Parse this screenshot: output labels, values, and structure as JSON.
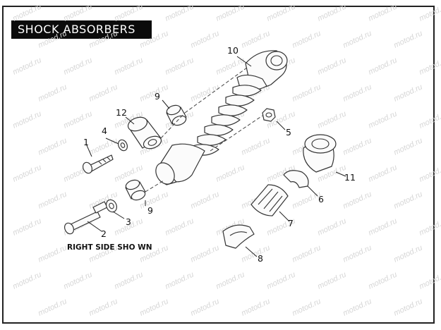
{
  "title": "SHOCK ABSORBERS",
  "watermark": "motod.ru",
  "note": "RIGHT SIDE SHO WN",
  "callouts": [
    "1",
    "2",
    "3",
    "4",
    "5",
    "6",
    "7",
    "8",
    "9",
    "9",
    "10",
    "11",
    "12"
  ],
  "colors": {
    "title_bg": "#0b0b0b",
    "title_fg": "#ffffff",
    "line": "#333333",
    "watermark": "#d6d6d6"
  }
}
